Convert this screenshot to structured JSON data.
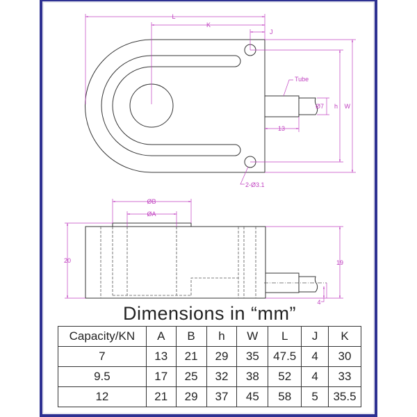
{
  "drawing": {
    "top_view_labels": {
      "L": "L",
      "K": "K",
      "J": "J",
      "tube": "Tube",
      "cable_dia": "Ø7",
      "h": "h",
      "W": "W",
      "tube_len": "13",
      "holes": "2-Ø3.1"
    },
    "side_view_labels": {
      "B": "ØB",
      "A": "ØA",
      "height_total": "20",
      "height_body": "19",
      "cable_offset": "4"
    },
    "line_color": "#333333",
    "dim_color": "#c040c0",
    "frame_color": "#2e3192"
  },
  "title": "Dimensions in “mm”",
  "table": {
    "headers": [
      "Capacity/KN",
      "A",
      "B",
      "h",
      "W",
      "L",
      "J",
      "K"
    ],
    "rows": [
      [
        "7",
        "13",
        "21",
        "29",
        "35",
        "47.5",
        "4",
        "30"
      ],
      [
        "9.5",
        "17",
        "25",
        "32",
        "38",
        "52",
        "4",
        "33"
      ],
      [
        "12",
        "21",
        "29",
        "37",
        "45",
        "58",
        "5",
        "35.5"
      ]
    ]
  }
}
